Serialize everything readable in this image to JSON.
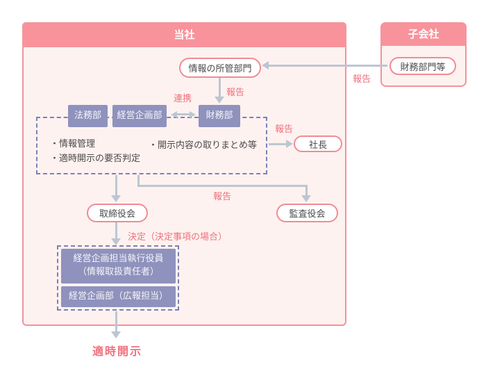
{
  "company": {
    "title": "当社"
  },
  "subsidiary": {
    "title": "子会社",
    "dept": "財務部門等"
  },
  "nodes": {
    "info_dept": "情報の所管部門",
    "legal": "法務部",
    "planning": "経営企画部",
    "finance": "財務部",
    "president": "社長",
    "board": "取締役会",
    "audit_board": "監査役会",
    "exec_officer_line1": "経営企画担当執行役員",
    "exec_officer_line2": "（情報取扱責任者）",
    "pr_dept": "経営企画部（広報担当）"
  },
  "tasks": {
    "left": [
      "・情報管理",
      "・適時開示の要否判定"
    ],
    "right": [
      "・開示内容の取りまとめ等"
    ]
  },
  "labels": {
    "report_from_subsidiary": "報告",
    "report_to_finance": "報告",
    "cooperation": "連携",
    "report_to_president": "報告",
    "report_to_audit": "報告",
    "decision": "決定（決定事項の場合）",
    "timely_disclosure": "適時開示"
  },
  "colors": {
    "header_pink": "#f8939c",
    "border_pink": "#f2939b",
    "body_pink": "#fdf2f0",
    "oval_border": "#f18b93",
    "purple": "#8f92bd",
    "dashed_purple": "#7c80b6",
    "arrow": "#bcc6d1",
    "label_red": "#f0717d",
    "text_dark": "#4a4a4a"
  }
}
